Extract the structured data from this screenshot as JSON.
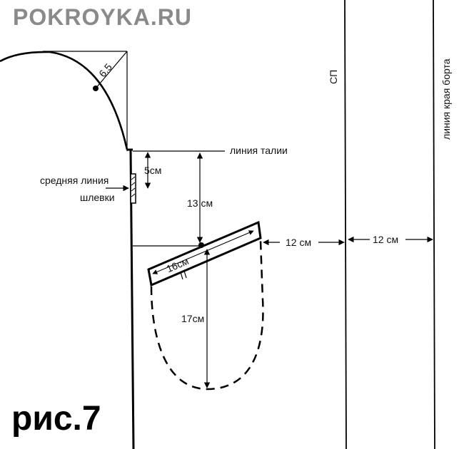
{
  "watermark": "POKROYKA.RU",
  "figure_label": "рис.7",
  "labels": {
    "corner": "6.5",
    "waist_line": "линия талии",
    "belt_loop_middle_1": "средняя линия",
    "belt_loop_middle_2": "шлевки",
    "five_cm": "5см",
    "thirteen_cm": "13 см",
    "sixteen_cm": "16см",
    "seventeen_cm": "17см",
    "twelve_cm_a": "12 см",
    "twelve_cm_b": "12 см",
    "sp": "СП",
    "edge_line": "линия края борта"
  }
}
